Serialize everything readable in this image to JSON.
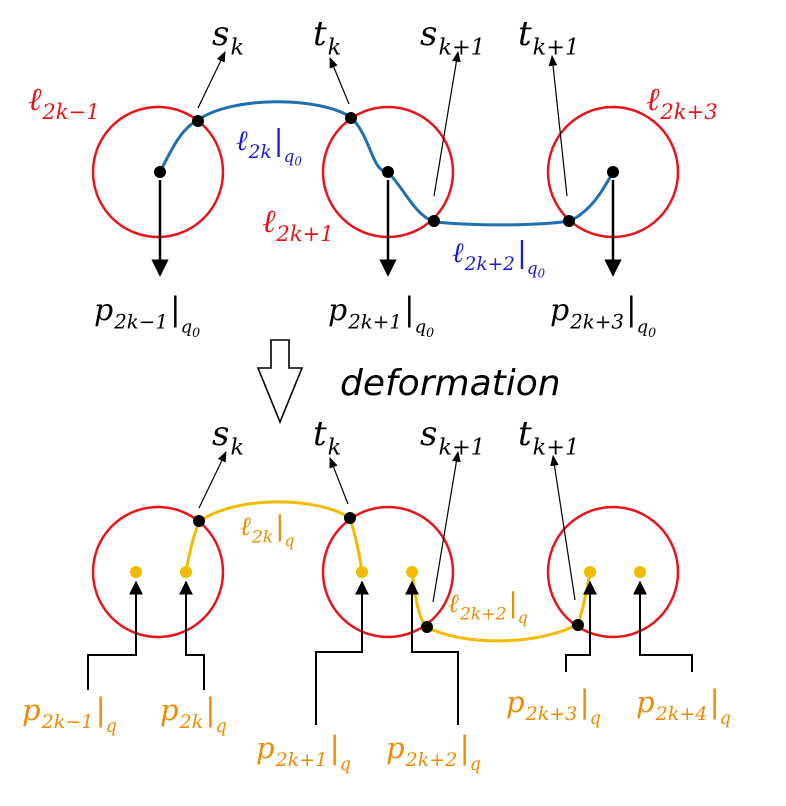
{
  "colors": {
    "circle": "#e8141c",
    "top_curve": "#1f6fb2",
    "top_curve_label": "#1a1adb",
    "bottom_curve": "#f2bb00",
    "bottom_label": "#f08a00",
    "black": "#000000"
  },
  "deformation_label": "deformation",
  "top": {
    "s_k": {
      "base": "s",
      "sub": "k"
    },
    "t_k": {
      "base": "t",
      "sub": "k"
    },
    "s_k1": {
      "base": "s",
      "sub": "k+1"
    },
    "t_k1": {
      "base": "t",
      "sub": "k+1"
    },
    "ell_2k_minus_1": {
      "base": "ℓ",
      "sub": "2k−1"
    },
    "ell_2k_plus_1": {
      "base": "ℓ",
      "sub": "2k+1"
    },
    "ell_2k_plus_3": {
      "base": "ℓ",
      "sub": "2k+3"
    },
    "ell_2k_q0": {
      "base": "ℓ",
      "sub": "2k",
      "restr": "q0"
    },
    "ell_2k2_q0": {
      "base": "ℓ",
      "sub": "2k+2",
      "restr": "q0"
    },
    "p_2k_minus_1": {
      "base": "p",
      "sub": "2k−1",
      "restr": "q0"
    },
    "p_2k_plus_1": {
      "base": "p",
      "sub": "2k+1",
      "restr": "q0"
    },
    "p_2k_plus_3": {
      "base": "p",
      "sub": "2k+3",
      "restr": "q0"
    }
  },
  "bottom": {
    "s_k": {
      "base": "s",
      "sub": "k"
    },
    "t_k": {
      "base": "t",
      "sub": "k"
    },
    "s_k1": {
      "base": "s",
      "sub": "k+1"
    },
    "t_k1": {
      "base": "t",
      "sub": "k+1"
    },
    "ell_2k_q": {
      "base": "ℓ",
      "sub": "2k",
      "restr": "q"
    },
    "ell_2k2_q": {
      "base": "ℓ",
      "sub": "2k+2",
      "restr": "q"
    },
    "p_2k_minus_1": {
      "base": "p",
      "sub": "2k−1",
      "restr": "q"
    },
    "p_2k": {
      "base": "p",
      "sub": "2k",
      "restr": "q"
    },
    "p_2k_plus_1": {
      "base": "p",
      "sub": "2k+1",
      "restr": "q"
    },
    "p_2k_plus_2": {
      "base": "p",
      "sub": "2k+2",
      "restr": "q"
    },
    "p_2k_plus_3": {
      "base": "p",
      "sub": "2k+3",
      "restr": "q"
    },
    "p_2k_plus_4": {
      "base": "p",
      "sub": "2k+4",
      "restr": "q"
    }
  }
}
